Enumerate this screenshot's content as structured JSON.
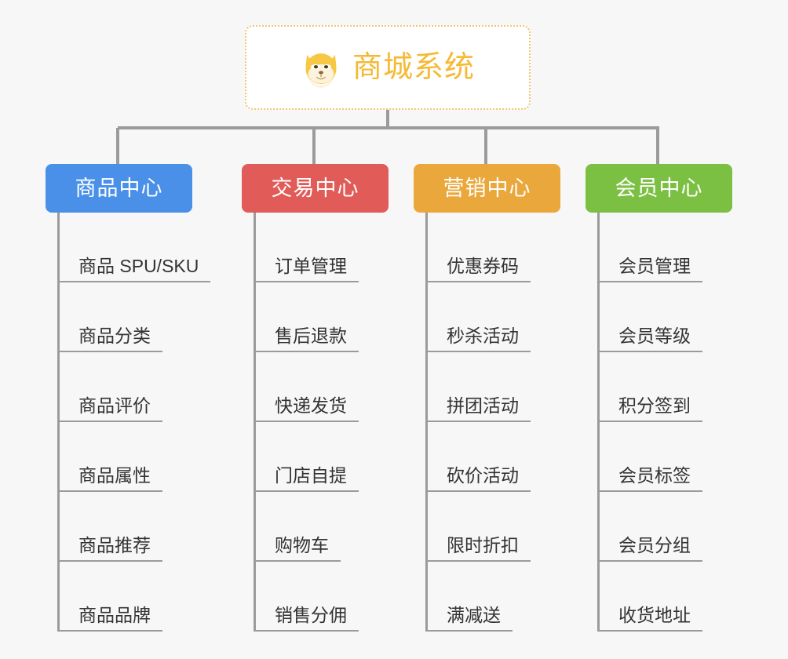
{
  "root": {
    "title": "商城系统",
    "icon": "shiba-dog-icon",
    "border_color": "#f0c674",
    "text_color": "#f5b933",
    "background": "#ffffff"
  },
  "canvas": {
    "background": "#f7f7f7",
    "connector_color": "#9b9b9b"
  },
  "branches": [
    {
      "label": "商品中心",
      "color": "#4a90e8",
      "items": [
        "商品 SPU/SKU",
        "商品分类",
        "商品评价",
        "商品属性",
        "商品推荐",
        "商品品牌"
      ]
    },
    {
      "label": "交易中心",
      "color": "#e15b58",
      "items": [
        "订单管理",
        "售后退款",
        "快递发货",
        "门店自提",
        "购物车",
        "销售分佣"
      ]
    },
    {
      "label": "营销中心",
      "color": "#eaa83c",
      "items": [
        "优惠券码",
        "秒杀活动",
        "拼团活动",
        "砍价活动",
        "限时折扣",
        "满减送"
      ]
    },
    {
      "label": "会员中心",
      "color": "#7cc043",
      "items": [
        "会员管理",
        "会员等级",
        "积分签到",
        "会员标签",
        "会员分组",
        "收货地址"
      ]
    }
  ]
}
